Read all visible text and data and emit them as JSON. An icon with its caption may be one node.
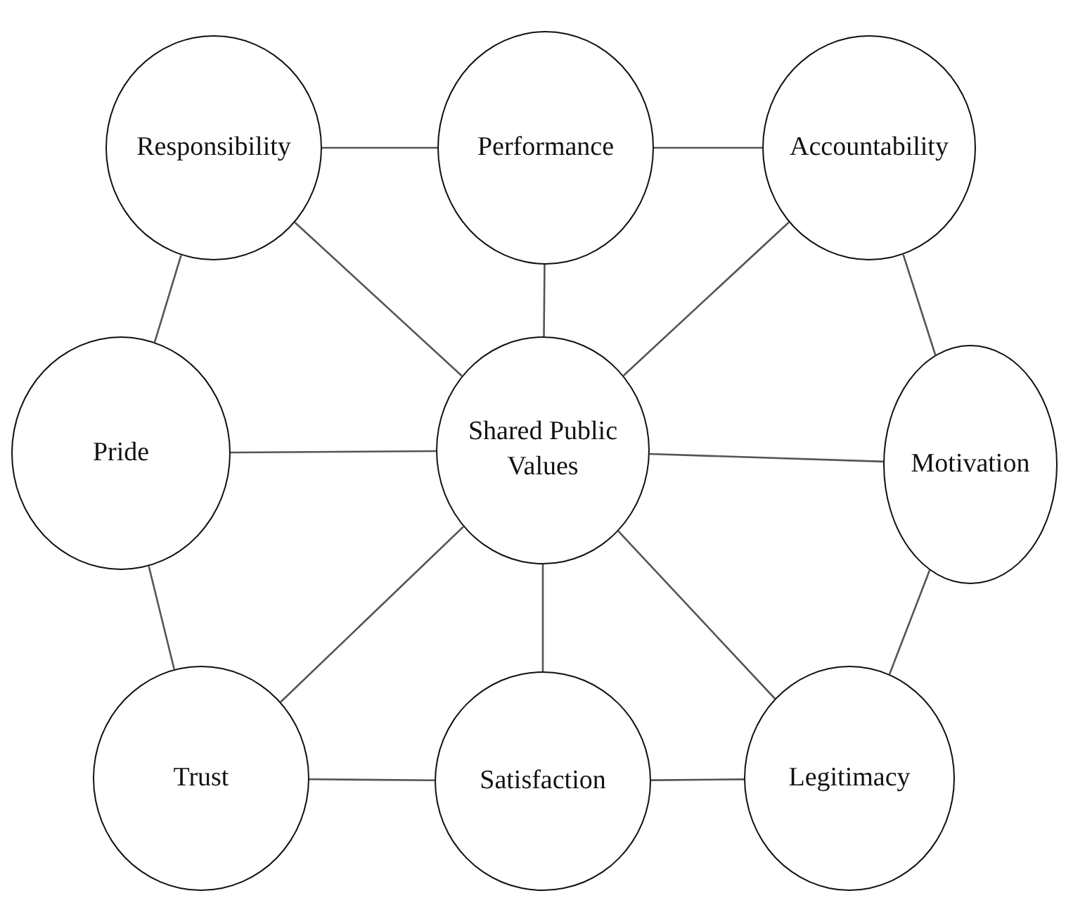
{
  "diagram": {
    "nodes": [
      {
        "text": [
          "Responsibility"
        ]
      },
      {
        "text": [
          "Performance"
        ]
      },
      {
        "text": [
          "Accountability"
        ]
      },
      {
        "text": [
          "Pride"
        ]
      },
      {
        "text": [
          "Shared Public Values"
        ]
      },
      {
        "text": [
          "Motivation"
        ]
      },
      {
        "text": [
          "Trust"
        ]
      },
      {
        "text": [
          "Satisfaction"
        ]
      },
      {
        "text": [
          "Legitimacy"
        ]
      }
    ],
    "edges": [
      {
        "from": 0,
        "to": 1,
        "arrow": "none"
      },
      {
        "from": 1,
        "to": 2,
        "arrow": "none"
      },
      {
        "from": 0,
        "to": 3,
        "arrow": "none"
      },
      {
        "from": 0,
        "to": 4,
        "arrow": "none"
      },
      {
        "from": 1,
        "to": 4,
        "arrow": "none"
      },
      {
        "from": 2,
        "to": 4,
        "arrow": "none"
      },
      {
        "from": 2,
        "to": 5,
        "arrow": "none"
      },
      {
        "from": 3,
        "to": 4,
        "arrow": "none"
      },
      {
        "from": 4,
        "to": 5,
        "arrow": "none"
      },
      {
        "from": 3,
        "to": 6,
        "arrow": "none"
      },
      {
        "from": 4,
        "to": 6,
        "arrow": "none"
      },
      {
        "from": 4,
        "to": 7,
        "arrow": "none"
      },
      {
        "from": 4,
        "to": 8,
        "arrow": "none"
      },
      {
        "from": 5,
        "to": 8,
        "arrow": "none"
      },
      {
        "from": 6,
        "to": 7,
        "arrow": "none"
      },
      {
        "from": 7,
        "to": 8,
        "arrow": "none"
      }
    ]
  }
}
